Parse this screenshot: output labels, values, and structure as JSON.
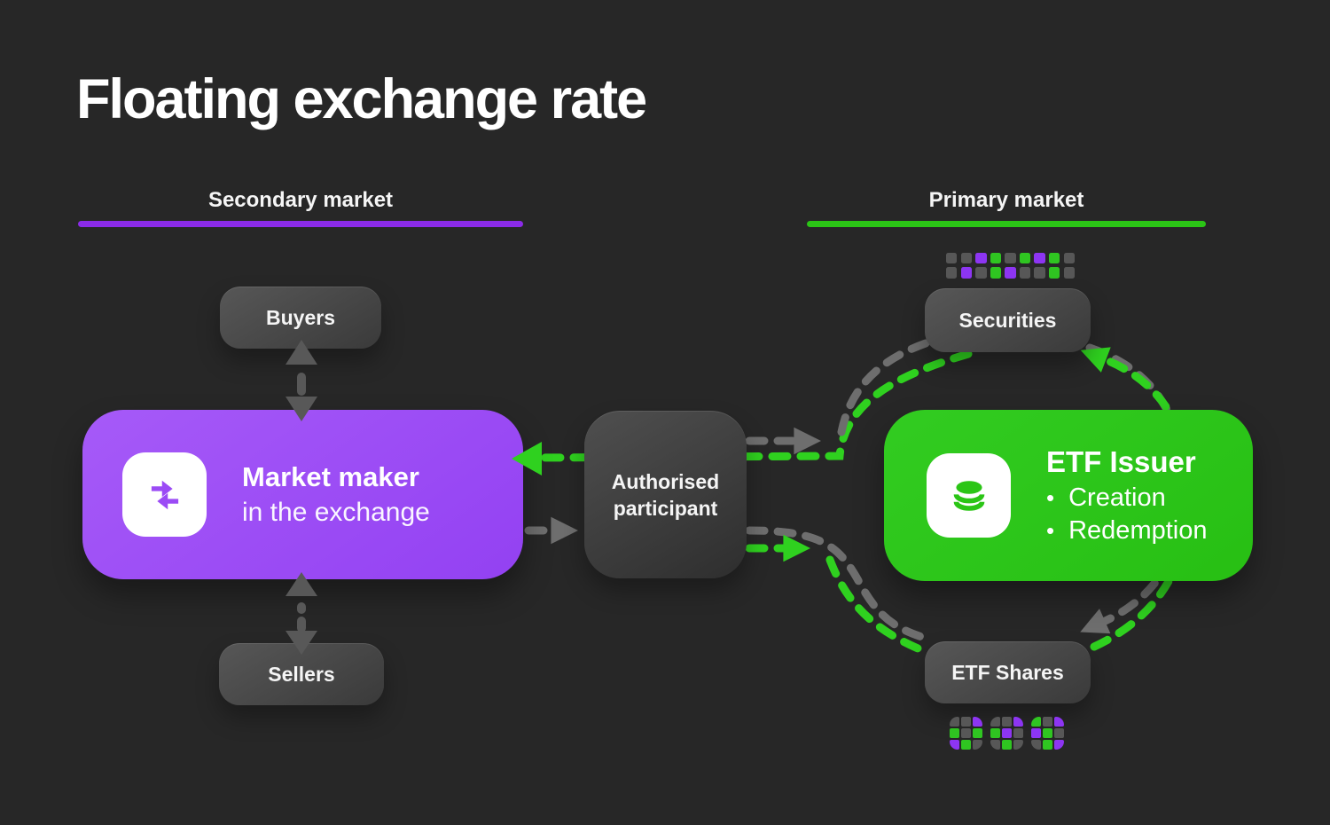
{
  "title": "Floating exchange rate",
  "sections": {
    "secondary": {
      "label": "Secondary market",
      "underline_color": "#8B2BE8"
    },
    "primary": {
      "label": "Primary market",
      "underline_color": "#2BC516"
    }
  },
  "nodes": {
    "buyers": {
      "label": "Buyers"
    },
    "sellers": {
      "label": "Sellers"
    },
    "market_maker": {
      "title": "Market maker",
      "subtitle": "in the exchange",
      "icon": "swap-icon"
    },
    "authorised_participant": {
      "label": "Authorised participant"
    },
    "etf_issuer": {
      "title": "ETF Issuer",
      "bullets": [
        "Creation",
        "Redemption"
      ],
      "icon": "database-icon"
    },
    "securities": {
      "label": "Securities"
    },
    "etf_shares": {
      "label": "ETF Shares"
    }
  },
  "glyphs": {
    "bullet": "•"
  },
  "pixel_art": {
    "securities_strip": {
      "rows": [
        [
          "gray",
          "gray",
          "purple",
          "green",
          "gray",
          "green",
          "purple",
          "green",
          "gray"
        ],
        [
          "gray",
          "purple",
          "gray",
          "green",
          "purple",
          "gray",
          "gray",
          "green",
          "gray"
        ]
      ]
    },
    "share_grids": [
      [
        "gray",
        "gray",
        "purple",
        "green",
        "gray",
        "green",
        "purple",
        "green",
        "gray"
      ],
      [
        "gray",
        "gray",
        "purple",
        "green",
        "purple",
        "gray",
        "gray",
        "green",
        "gray"
      ],
      [
        "green",
        "gray",
        "purple",
        "purple",
        "green",
        "gray",
        "gray",
        "green",
        "purple"
      ]
    ]
  },
  "colors": {
    "background": "#272727",
    "purple": "#9b4bf5",
    "purple_line": "#8b2be8",
    "green": "#2bc516",
    "green_arrow": "#2fd11f",
    "gray_arrow": "#6e6e6e",
    "tile_gray": "#575757",
    "tile_purple": "#8d35f2",
    "tile_green": "#2fc521"
  }
}
